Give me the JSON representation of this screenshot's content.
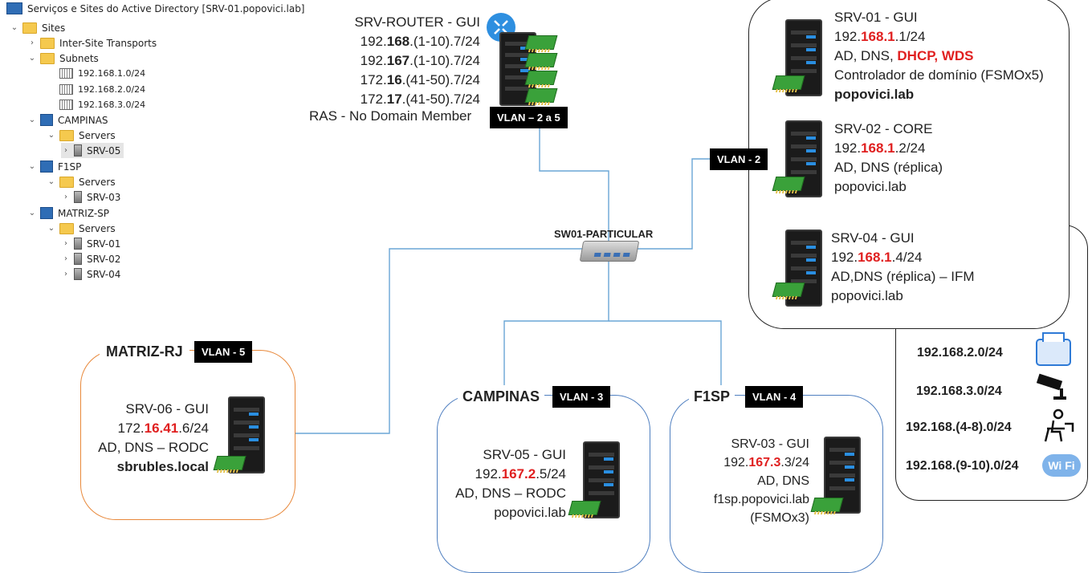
{
  "tree": {
    "root": "Serviços e Sites do Active Directory [SRV-01.popovici.lab]",
    "sites": "Sites",
    "inter_site": "Inter-Site Transports",
    "subnets": "Subnets",
    "subnet_items": [
      "192.168.1.0/24",
      "192.168.2.0/24",
      "192.168.3.0/24"
    ],
    "campinas": "CAMPINAS",
    "campinas_servers": "Servers",
    "campinas_srv": "SRV-05",
    "f1sp": "F1SP",
    "f1sp_servers": "Servers",
    "f1sp_srv": "SRV-03",
    "matriz": "MATRIZ-SP",
    "matriz_servers": "Servers",
    "matriz_srv": [
      "SRV-01",
      "SRV-02",
      "SRV-04"
    ]
  },
  "router": {
    "title": "SRV-ROUTER - GUI",
    "ip1": {
      "a": "192.",
      "b": "168",
      "c": ".(1-10).7/24"
    },
    "ip2": {
      "a": "192.",
      "b": "167",
      "c": ".(1-10).7/24"
    },
    "ip3": {
      "a": "172.",
      "b": "16",
      "c": ".(41-50).7/24"
    },
    "ip4": {
      "a": "172.",
      "b": "17",
      "c": ".(41-50).7/24"
    },
    "ras": "RAS - No Domain Member",
    "vlan": "VLAN – 2 a 5"
  },
  "switch_label": "SW01-PARTICULAR",
  "vlan2": "VLAN - 2",
  "srv01": {
    "title": "SRV-01 - GUI",
    "ip_a": "192.",
    "ip_b": "168.1",
    "ip_c": ".1/24",
    "roles_a": "AD, DNS, ",
    "roles_b": "DHCP, WDS",
    "dc": "Controlador de domínio (FSMOx5)",
    "domain": "popovici.lab"
  },
  "srv02": {
    "title": "SRV-02 - CORE",
    "ip_a": "192.",
    "ip_b": "168.1",
    "ip_c": ".2/24",
    "roles": "AD, DNS (réplica)",
    "domain": "popovici.lab"
  },
  "srv04": {
    "title": "SRV-04 - GUI",
    "ip_a": "192.",
    "ip_b": "168.1",
    "ip_c": ".4/24",
    "roles": "AD,DNS (réplica) – IFM",
    "domain": "popovici.lab"
  },
  "subnets_right": [
    "192.168.2.0/24",
    "192.168.3.0/24",
    "192.168.(4-8).0/24",
    "192.168.(9-10).0/24"
  ],
  "wifi_label": "Wi Fi",
  "matriz_rj": {
    "name": "MATRIZ-RJ",
    "vlan": "VLAN - 5",
    "title": "SRV-06 - GUI",
    "ip_a": "172.",
    "ip_b": "16.41",
    "ip_c": ".6/24",
    "roles": "AD, DNS – RODC",
    "domain": "sbrubles.local",
    "border": "#e8883a"
  },
  "campinas": {
    "name": "CAMPINAS",
    "vlan": "VLAN - 3",
    "title": "SRV-05 - GUI",
    "ip_a": "192.",
    "ip_b": "167.2",
    "ip_c": ".5/24",
    "roles": "AD, DNS – RODC",
    "domain": "popovici.lab",
    "border": "#4f7fc0"
  },
  "f1sp": {
    "name": "F1SP",
    "vlan": "VLAN - 4",
    "title": "SRV-03 - GUI",
    "ip_a": "192.",
    "ip_b": "167.3",
    "ip_c": ".3/24",
    "roles": "AD, DNS",
    "domain": "f1sp.popovici.lab",
    "fsmo": "(FSMOx3)",
    "border": "#4f7fc0"
  },
  "colors": {
    "line": "#6aa6d6",
    "ip_highlight": "#e02020"
  }
}
